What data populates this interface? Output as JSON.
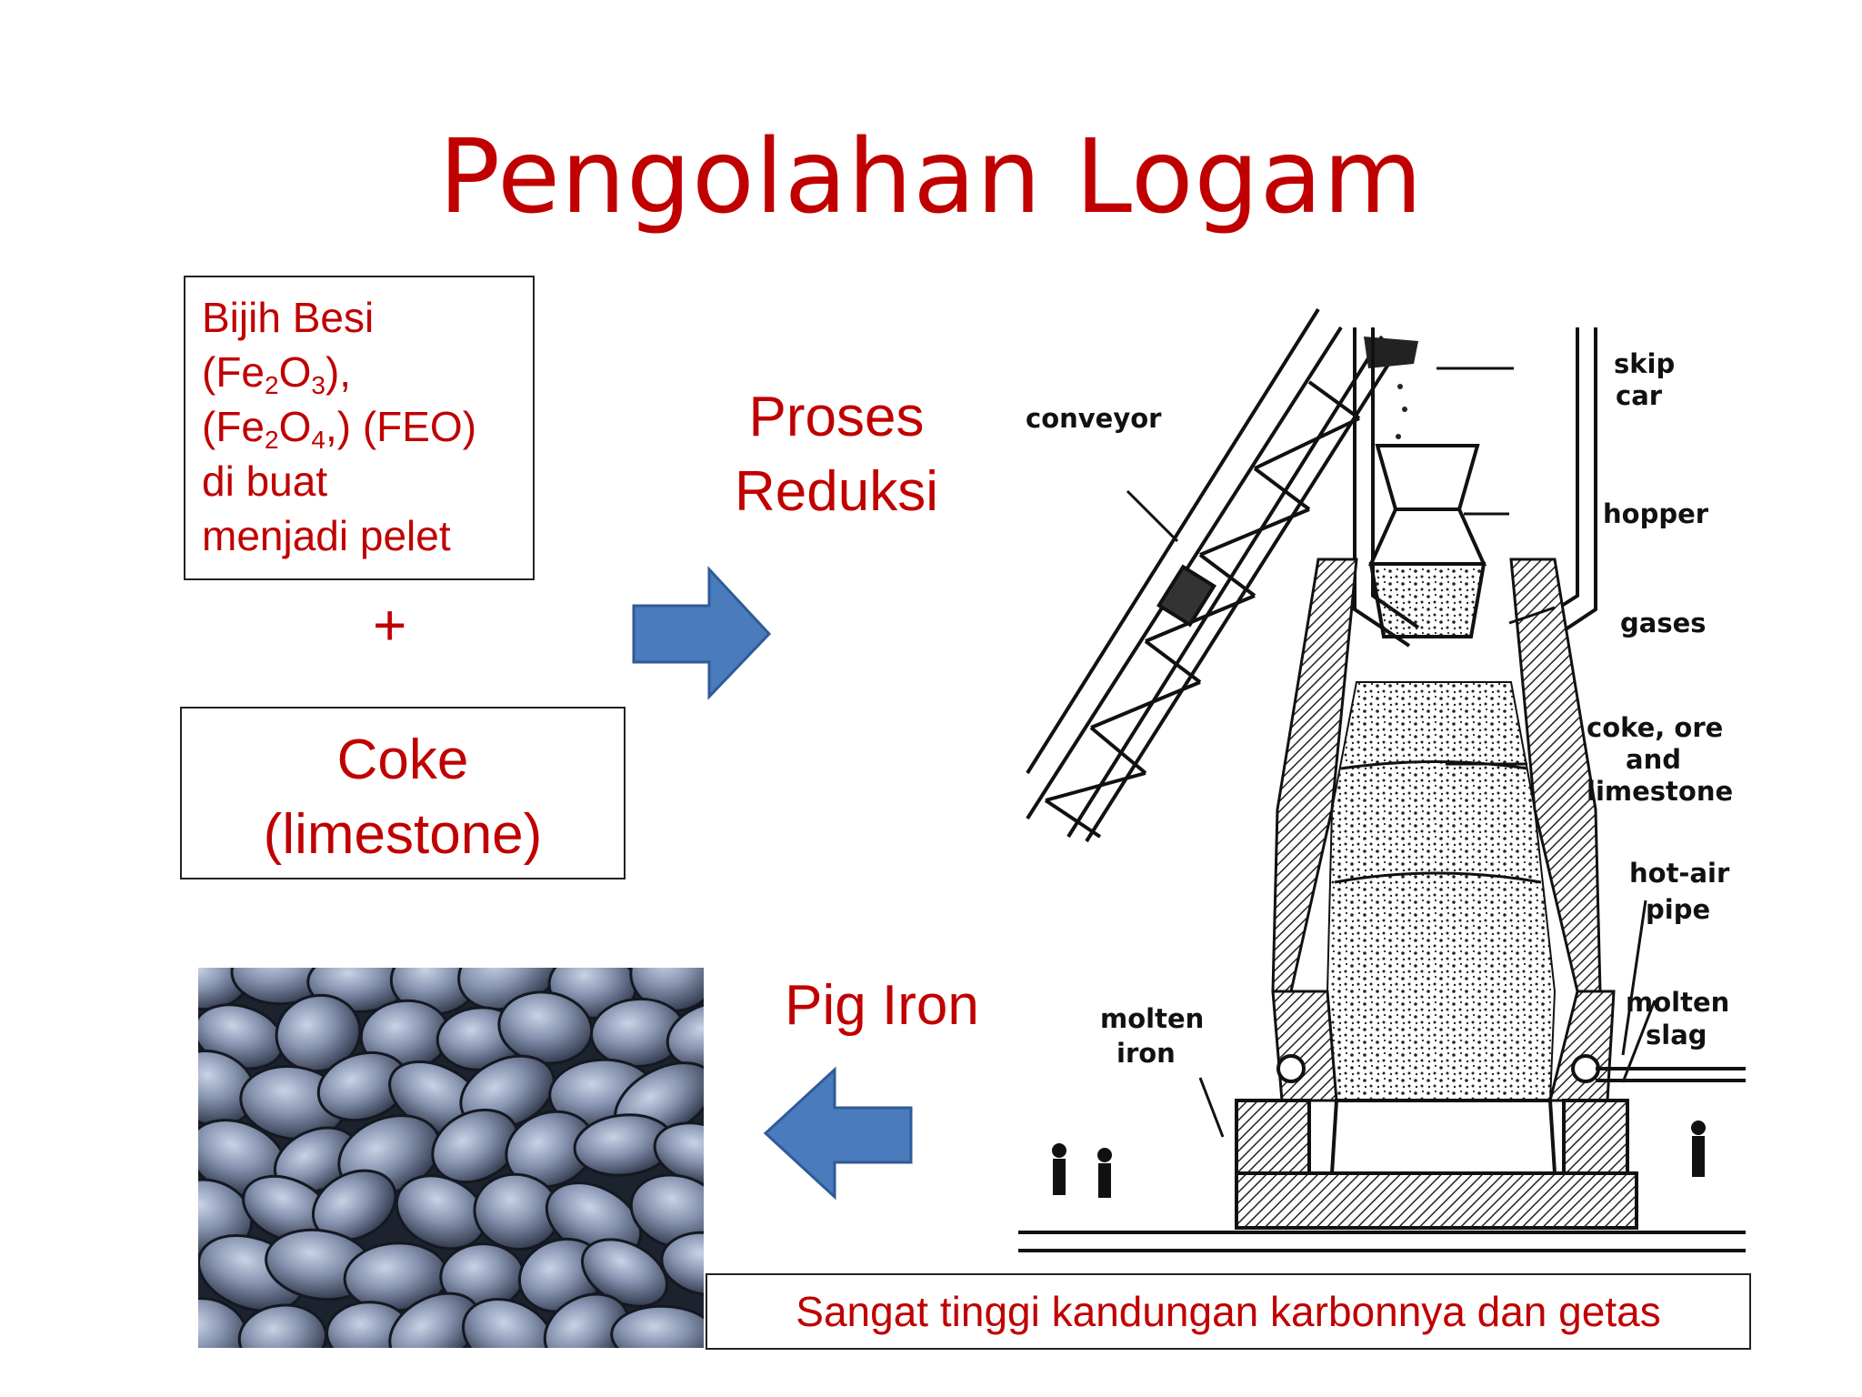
{
  "slide": {
    "title": "Pengolahan Logam",
    "ore": {
      "line1": "Bijih Besi",
      "l2_pre": "(Fe",
      "l2_sub1": "2",
      "l2_mid": "O",
      "l2_sub2": "3",
      "l2_post": "),",
      "l3_pre": "(Fe",
      "l3_sub1": "2",
      "l3_mid": "O",
      "l3_sub2": "4",
      "l3_post": ",) (FEO)",
      "line4": "di buat",
      "line5": "menjadi pelet"
    },
    "plus": "+",
    "coke": {
      "line1": "Coke",
      "line2": "(limestone)"
    },
    "process": {
      "line1": "Proses",
      "line2": "Reduksi"
    },
    "product": "Pig Iron",
    "caption": "Sangat tinggi kandungan karbonnya dan getas"
  },
  "furnace_labels": {
    "conveyor": "conveyor",
    "skip1": "skip",
    "skip2": "car",
    "hopper": "hopper",
    "gases": "gases",
    "charge1": "coke, ore",
    "charge2": "and",
    "charge3": "limestone",
    "hotair1": "hot-air",
    "hotair2": "pipe",
    "slag1": "molten",
    "slag2": "slag",
    "iron1": "molten",
    "iron2": "iron"
  },
  "colors": {
    "text_red": "#c00000",
    "arrow_fill": "#4a7bbd",
    "arrow_stroke": "#2f5b96"
  },
  "icons": {
    "arrow_right": "right-arrow-icon",
    "arrow_left": "left-arrow-icon"
  }
}
